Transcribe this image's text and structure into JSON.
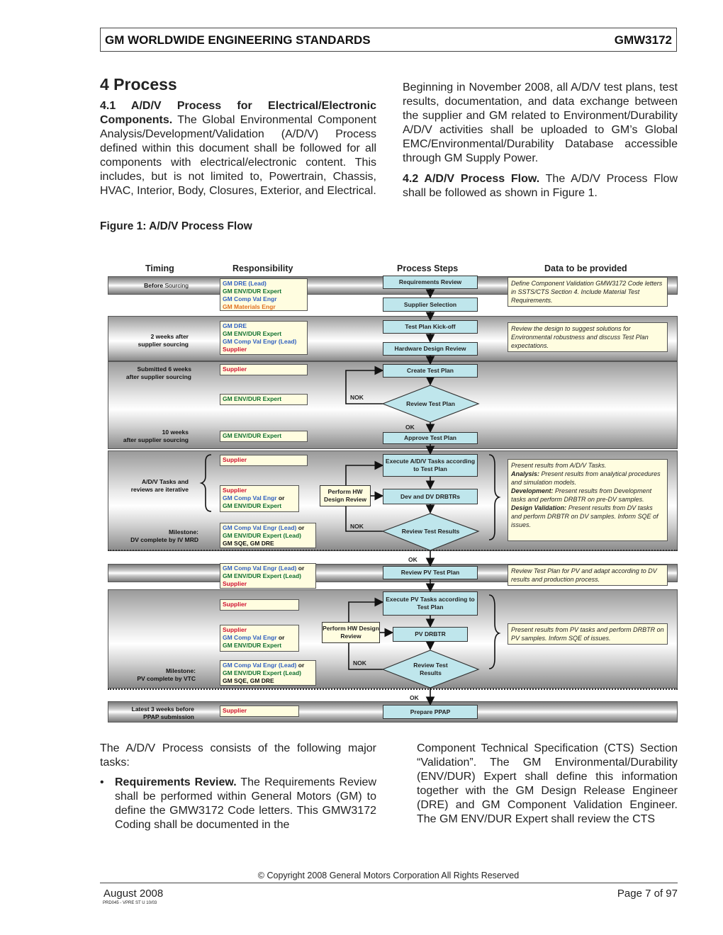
{
  "header": {
    "left": "GM WORLDWIDE ENGINEERING STANDARDS",
    "right": "GMW3172"
  },
  "section": {
    "title": "4  Process"
  },
  "para1": {
    "lead": "4.1 A/D/V Process for Electrical/Electronic Components.",
    "text": " The Global Environmental Component Analysis/Development/Validation (A/D/V) Process defined within this document shall be followed for all components with electrical/electronic content. This includes, but is not limited to, Powertrain, Chassis, HVAC, Interior, Body, Closures, Exterior, and Electrical."
  },
  "para2": {
    "text": "Beginning in November 2008, all A/D/V test plans, test results, documentation, and data exchange between the supplier and GM related to Environment/Durability A/D/V activities shall be uploaded to GM’s Global EMC/Environmental/Durability Database accessible through GM Supply Power."
  },
  "para3": {
    "lead": "4.2 A/D/V Process Flow.",
    "text": " The A/D/V Process Flow shall be followed as shown in Figure 1."
  },
  "figure": {
    "caption": "Figure 1: A/D/V Process Flow",
    "col_timing": "Timing",
    "col_resp": "Responsibility",
    "col_steps": "Process Steps",
    "col_data": "Data to be provided",
    "timing": {
      "t1a": "Before",
      "t1b": "Sourcing",
      "t2": "2 weeks after",
      "t2b": "supplier sourcing",
      "t3": "Submitted 6 weeks",
      "t3b": "after supplier sourcing",
      "t4": "10 weeks",
      "t4b": "after supplier sourcing",
      "t5": "A/D/V Tasks and",
      "t5b": "reviews are iterative",
      "t6": "Milestone:",
      "t6b": "DV complete by IV MRD",
      "t7": "Milestone:",
      "t7b": "PV complete by VTC",
      "t8": "Latest 3 weeks before",
      "t8b": "PPAP submission"
    },
    "resp": {
      "r1": [
        "GM DRE (Lead)",
        "GM ENV/DUR Expert",
        "GM Comp Val Engr",
        "GM Materials Engr"
      ],
      "r2": [
        "GM DRE",
        "GM ENV/DUR Expert",
        "GM Comp Val Engr (Lead)",
        "Supplier"
      ],
      "r3": "Supplier",
      "r4": "GM ENV/DUR Expert",
      "r5": "GM ENV/DUR Expert",
      "r6": "Supplier",
      "r7": [
        "Supplier",
        "GM Comp Val Engr",
        "or",
        "GM ENV/DUR Expert"
      ],
      "r8": [
        "GM Comp Val Engr (Lead)",
        "or",
        "GM ENV/DUR Expert (Lead)",
        "GM SQE, GM DRE"
      ],
      "r9": [
        "GM Comp Val Engr (Lead)",
        "or",
        "GM ENV/DUR Expert (Lead)",
        "Supplier"
      ],
      "r10": "Supplier",
      "r11": [
        "Supplier",
        "GM Comp Val Engr",
        "or",
        "GM ENV/DUR Expert"
      ],
      "r12": [
        "GM Comp Val Engr (Lead)",
        "or",
        "GM ENV/DUR Expert (Lead)",
        "GM SQE, GM DRE"
      ],
      "r13": "Supplier"
    },
    "steps": {
      "s1": "Requirements Review",
      "s2": "Supplier Selection",
      "s3": "Test Plan Kick-off",
      "s4": "Hardware Design Review",
      "s5": "Create Test Plan",
      "s6": "Review Test Plan",
      "s7": "Approve Test Plan",
      "s8": "Execute A/D/V Tasks according to Test Plan",
      "s9": "Dev and DV DRBTRs",
      "s10": "Review Test Results",
      "s11": "Review PV Test Plan",
      "s12": "Execute PV Tasks according to Test Plan",
      "s13": "PV DRBTR",
      "s14": "Review Test Results",
      "s15": "Prepare PPAP",
      "hw1": "Perform HW Design Review",
      "hw2": "Perform HW Design Review",
      "nok": "NOK",
      "ok": "OK"
    },
    "data": {
      "d1": "Define Component Validation GMW3172 Code letters in SSTS/CTS Section 4.  Include Material Test Requirements.",
      "d2": "Review the design to suggest solutions for Environmental robustness and discuss Test Plan expectations.",
      "d3a": "Present results from A/D/V Tasks.",
      "d3b_l": "Analysis:",
      "d3b": " Present results from analytical procedures and simulation models.",
      "d3c_l": "Development:",
      "d3c": " Present results from Development tasks and perform DRBTR on pre-DV samples.",
      "d3d_l": "Design Validation:",
      "d3d": " Present results from DV tasks and perform DRBTR on DV samples. Inform SQE of issues.",
      "d4": "Review Test Plan for PV and adapt according to DV results and production process.",
      "d5": "Present results from PV tasks and perform DRBTR on PV samples.  Inform SQE of issues."
    }
  },
  "body2": {
    "intro": "The A/D/V Process consists of the following major tasks:",
    "bullet_lead": "Requirements Review.",
    "bullet_text": " The Requirements Review shall be performed within General Motors (GM) to define the GMW3172 Code letters. This GMW3172 Coding shall be documented in the",
    "right_text": "Component Technical Specification (CTS) Section “Validation”. The GM Environmental/Durability (ENV/DUR) Expert shall define this information together with the GM Design Release Engineer (DRE) and GM Component Validation Engineer. The GM ENV/DUR Expert shall review the CTS"
  },
  "footer": {
    "copyright": "© Copyright 2008 General Motors Corporation All Rights Reserved",
    "date": "August 2008",
    "page": "Page 7 of 97",
    "form": "PRD045 - VPRE ST U 10/03"
  }
}
